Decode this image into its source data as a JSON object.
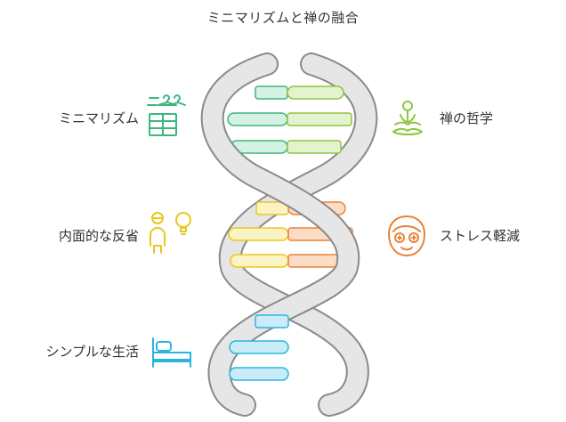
{
  "title": "ミニマリズムと禅の融合",
  "items": [
    {
      "label": "ミニマリズム",
      "icon": "wardrobe-hangers-icon",
      "color": "#3bb77e"
    },
    {
      "label": "禅の哲学",
      "icon": "meditation-person-icon",
      "color": "#8cc63f"
    },
    {
      "label": "内面的な反省",
      "icon": "person-lightbulb-icon",
      "color": "#e8c820"
    },
    {
      "label": "ストレス軽減",
      "icon": "face-mask-icon",
      "color": "#e8843a"
    },
    {
      "label": "シンプルな生活",
      "icon": "bed-icon",
      "color": "#2ab5e0"
    }
  ]
}
